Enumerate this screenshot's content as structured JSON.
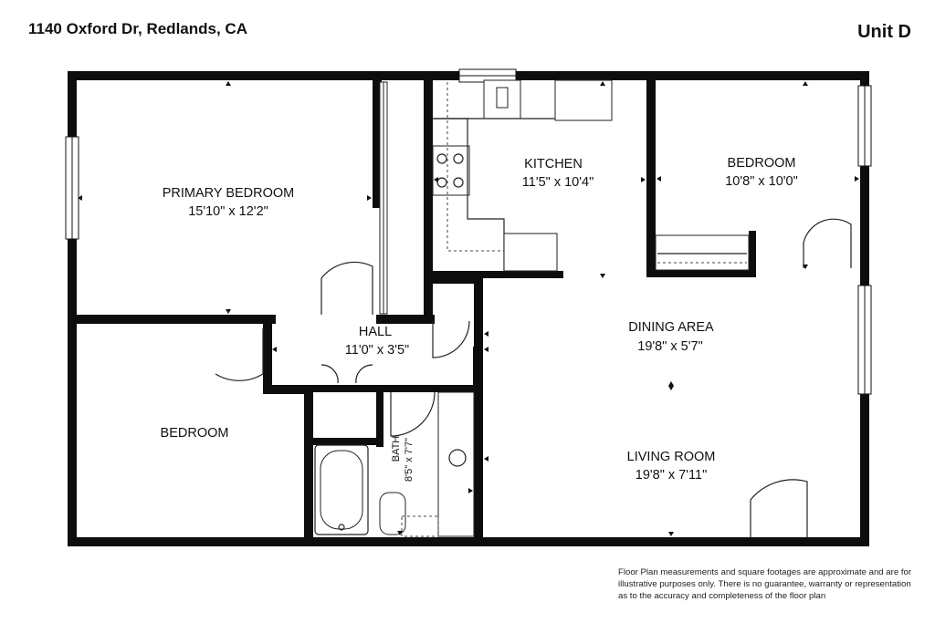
{
  "header": {
    "address": "1140 Oxford Dr, Redlands, CA",
    "unit": "Unit D"
  },
  "rooms": {
    "primary_bedroom": {
      "name": "PRIMARY BEDROOM",
      "dims": "15'10\" x 12'2\""
    },
    "kitchen": {
      "name": "KITCHEN",
      "dims": "11'5\" x 10'4\""
    },
    "bedroom_right": {
      "name": "BEDROOM",
      "dims": "10'8\" x 10'0\""
    },
    "hall": {
      "name": "HALL",
      "dims": "11'0\" x 3'5\""
    },
    "dining_area": {
      "name": "DINING AREA",
      "dims": "19'8\" x 5'7\""
    },
    "bedroom_left": {
      "name": "BEDROOM"
    },
    "bath": {
      "name": "BATH",
      "dims": "8'5\" x 7'7\""
    },
    "living_room": {
      "name": "LIVING ROOM",
      "dims": "19'8\" x 7'11\""
    }
  },
  "disclaimer": {
    "line1": "Floor Plan measurements and square footages are approximate and are for",
    "line2": "illustrative purposes only. There is no guarantee, warranty or representation",
    "line3": "as to the accuracy and completeness of the floor plan"
  }
}
